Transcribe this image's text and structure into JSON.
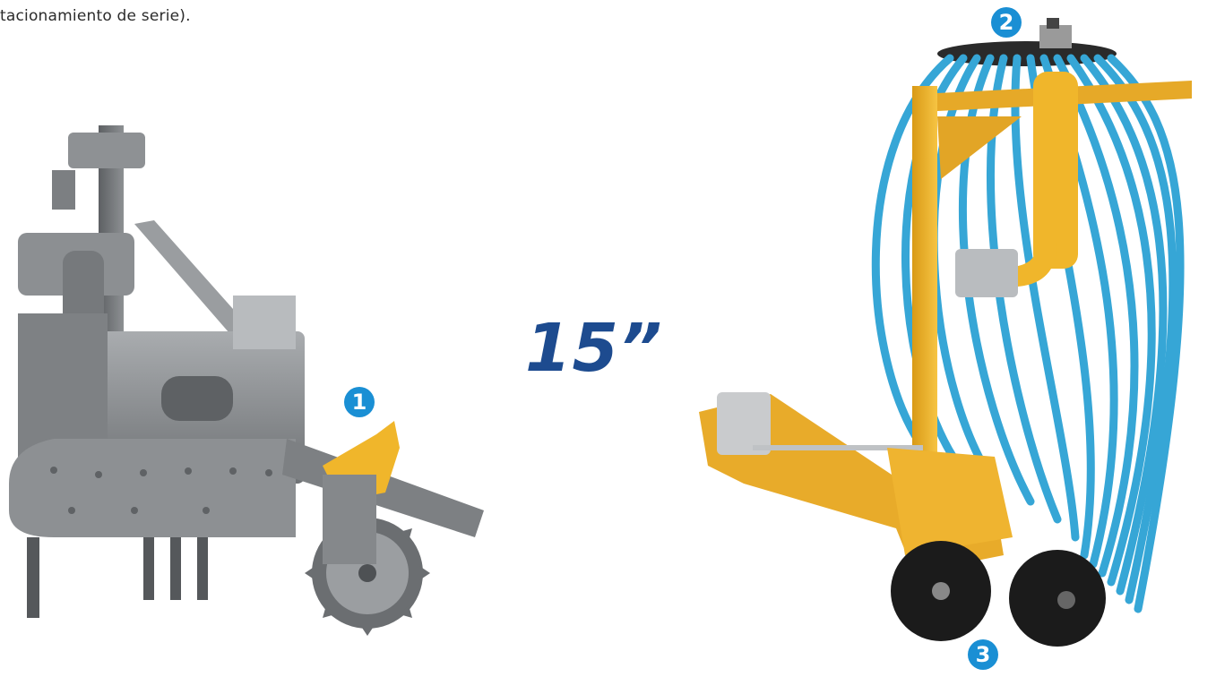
{
  "caption": "tacionamiento de serie).",
  "spacing_label": "15”",
  "badges": [
    {
      "label": "1"
    },
    {
      "label": "2"
    },
    {
      "label": "3"
    }
  ],
  "colors": {
    "accent_blue": "#1a8fd4",
    "title_blue": "#1d4b8f",
    "machine_grey": "#8a8d90",
    "machine_yellow": "#f0b62b",
    "hose_blue": "#36a6d6",
    "disc_black": "#1b1b1b"
  },
  "icons": [
    "seeder-unit-grey-illustration",
    "seeder-unit-yellow-illustration"
  ]
}
